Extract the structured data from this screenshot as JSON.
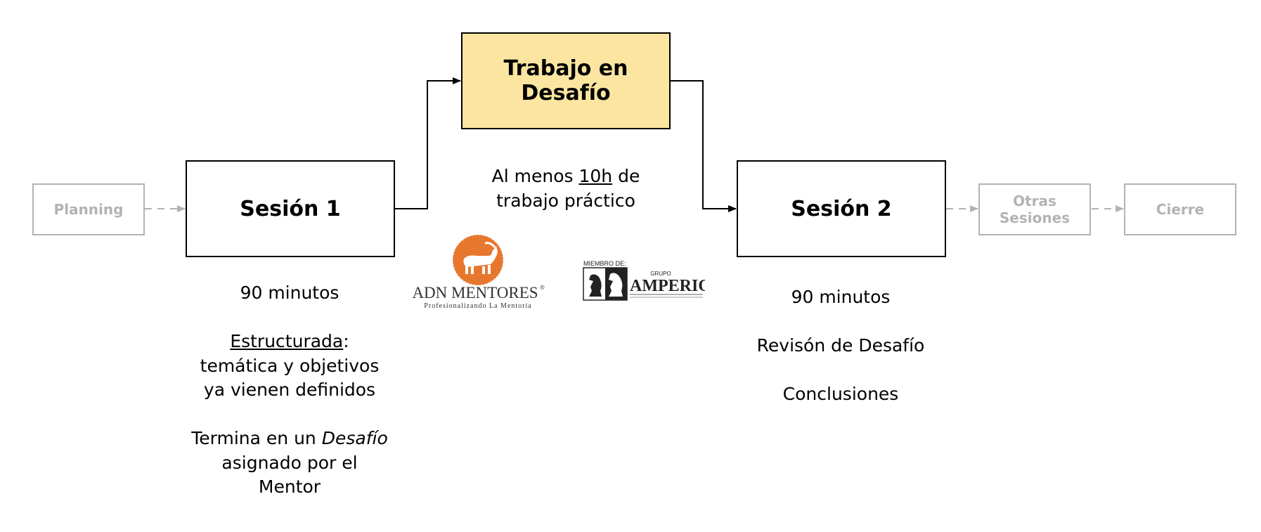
{
  "nodes": {
    "planning": "Planning",
    "sesion1": "Sesión 1",
    "trabajo": "Trabajo en Desafío",
    "sesion2": "Sesión 2",
    "otras": "Otras Sesiones",
    "cierre": "Cierre"
  },
  "trabajo_note": {
    "line1_pre": "Al menos ",
    "line1_u": "10h",
    "line1_post": " de",
    "line2": "trabajo práctico"
  },
  "sesion1_notes": {
    "duration": "90 minutos",
    "structured_u": "Estructurada",
    "structured_colon": ":",
    "line_a": "temática y objetivos",
    "line_b": "ya vienen definidos",
    "end_pre": "Termina en un ",
    "end_i": "Desafío",
    "end_b": "asignado por el",
    "end_c": "Mentor"
  },
  "sesion2_notes": {
    "duration": "90 minutos",
    "review": "Revisón de Desafío",
    "conclusions": "Conclusiones"
  },
  "logos": {
    "adn": {
      "name": "ADN MENTORES",
      "reg": "®",
      "tagline": "Profesionalizando La Mentoría",
      "color": "#e8772e"
    },
    "amperio": {
      "member": "MIEMBRO DE:",
      "group": "GRUPO",
      "name": "AMPERIO"
    }
  },
  "colors": {
    "highlight": "#fbe5a0",
    "faded": "#b3b3b3",
    "line": "#000000"
  }
}
